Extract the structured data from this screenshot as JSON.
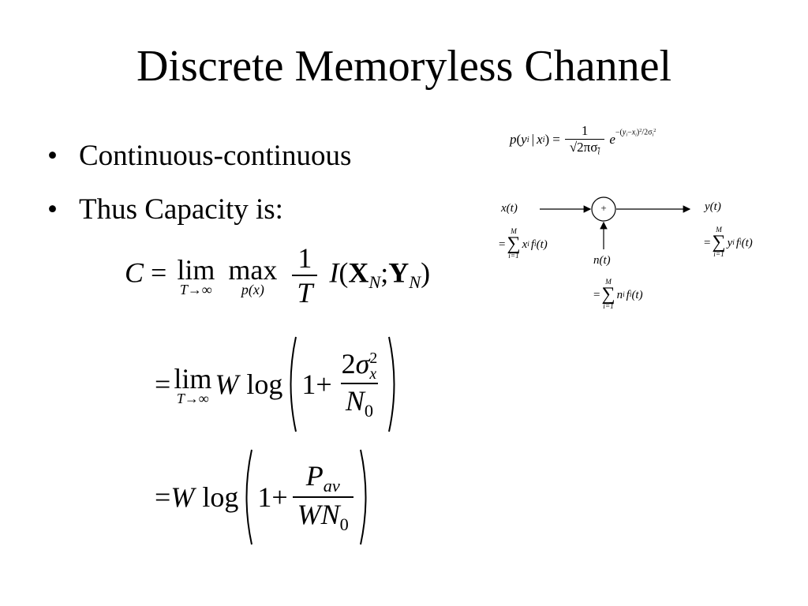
{
  "slide": {
    "title": "Discrete Memoryless Channel",
    "bullets": [
      "Continuous-continuous",
      "Thus Capacity is:"
    ]
  },
  "capacity": {
    "line1": {
      "C": "C",
      "eq": "=",
      "lim": "lim",
      "lim_under": "T→∞",
      "max": "max",
      "max_under": "p(x)",
      "frac_num": "1",
      "frac_den": "T",
      "I": "I",
      "lparen": "(",
      "X": "X",
      "X_sub": "N",
      "semi": ";",
      "Y": "Y",
      "Y_sub": "N",
      "rparen": ")"
    },
    "line2": {
      "eq": "=",
      "lim": "lim",
      "lim_under": "T→∞",
      "W": "W",
      "log": "log",
      "one": "1",
      "plus": "+",
      "num_coef": "2",
      "num_sigma": "σ",
      "num_sup": "2",
      "num_sub": "x",
      "den": "N",
      "den_sub": "0"
    },
    "line3": {
      "eq": "=",
      "W": "W",
      "log": "log",
      "one": "1",
      "plus": "+",
      "num": "P",
      "num_sub": "av",
      "den": "WN",
      "den_sub": "0"
    }
  },
  "diagram": {
    "pdf": {
      "lhs_p": "p",
      "lhs_paren_open": "(",
      "lhs_y": "y",
      "lhs_i1": "i",
      "lhs_bar": "|",
      "lhs_x": "x",
      "lhs_i2": "i",
      "lhs_paren_close": ")",
      "eq": "=",
      "frac_num": "1",
      "root_body": "2πσ",
      "root_sub": "i",
      "e": "e",
      "exponent_front": "−(",
      "exponent_y": "y",
      "exponent_i1": "i",
      "exponent_minus": "−",
      "exponent_x": "x",
      "exponent_i2": "i",
      "exponent_close": ")",
      "exponent_sq": "2",
      "exponent_div": "/2σ",
      "exponent_i3": "i",
      "exponent_sq2": "2"
    },
    "input_label": "x(t)",
    "output_label": "y(t)",
    "adder_label": "+",
    "noise_label": "n(t)",
    "sum_upper": "M",
    "sum_lower": "i=1",
    "input_sum": {
      "eq": "=",
      "term_var": "x",
      "term_sub": "i",
      "term_f": "f",
      "term_f_sub": "i",
      "term_arg": "(t)"
    },
    "output_sum": {
      "eq": "=",
      "term_var": "y",
      "term_sub": "i",
      "term_f": "f",
      "term_f_sub": "i",
      "term_arg": "(t)"
    },
    "noise_sum": {
      "eq": "=",
      "term_var": "n",
      "term_sub": "i",
      "term_f": "f",
      "term_f_sub": "i",
      "term_arg": "(t)"
    }
  }
}
